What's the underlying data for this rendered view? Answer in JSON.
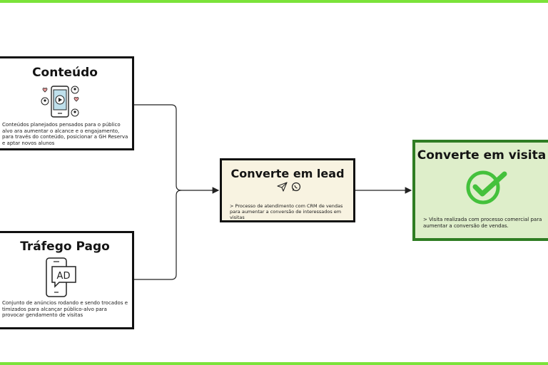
{
  "nodes": {
    "conteudo": {
      "title": "Conteúdo",
      "description": "Conteúdos planejados pensados para o público alvo ara aumentar o alcance e o engajamento, para través do conteúdo, posicionar a GH Reserva e aptar novos alunos",
      "icon": "mobile-video-social-icon"
    },
    "trafego": {
      "title": "Tráfego Pago",
      "description": "Conjunto de anúncios rodando e sendo trocados e timizados para alcançar público-alvo para provocar gendamento de visitas",
      "icon": "mobile-ad-icon"
    },
    "lead": {
      "title": "Converte em lead",
      "description": "> Processo de atendimento com CRM de vendas para aumentar a conversão de interessados em visitas",
      "icons": [
        "send-icon",
        "whatsapp-icon"
      ]
    },
    "visita": {
      "title": "Converte em visita",
      "description": "> Visita realizada com processo comercial para aumentar a conversão de vendas.",
      "icon": "check-circle-icon"
    }
  },
  "edges": [
    {
      "from": "conteudo",
      "to": "lead"
    },
    {
      "from": "trafego",
      "to": "lead"
    },
    {
      "from": "lead",
      "to": "visita"
    }
  ],
  "colors": {
    "accent_border": "#7be33a",
    "lead_fill": "#f8f3e1",
    "visita_fill": "#deeeca",
    "visita_border": "#2f7d23",
    "check_green": "#44c13c"
  }
}
